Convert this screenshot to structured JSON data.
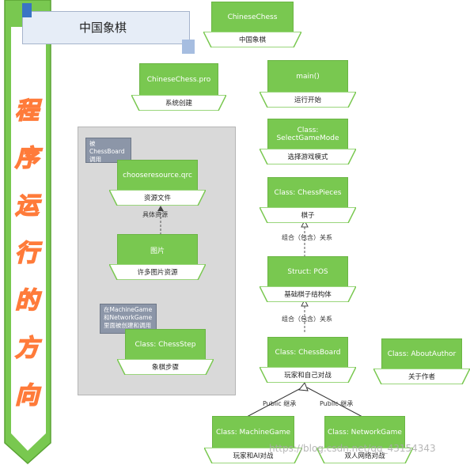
{
  "header": {
    "title": "中国象棋"
  },
  "side_banner": {
    "chars": [
      "程",
      "序",
      "运",
      "行",
      "的",
      "方",
      "向"
    ]
  },
  "nodes": {
    "chinesechess": {
      "title": "ChineseChess",
      "label": "中国象棋"
    },
    "pro": {
      "title": "ChineseChess.pro",
      "label": "系统创建"
    },
    "main": {
      "title": "main()",
      "label": "运行开始"
    },
    "select_game_mode": {
      "title": "Class: SelectGameMode",
      "label": "选择游戏模式"
    },
    "chess_pieces": {
      "title": "Class: ChessPieces",
      "label": "棋子"
    },
    "pos": {
      "title": "Struct: POS",
      "label": "基础棋子结构体"
    },
    "chess_board": {
      "title": "Class: ChessBoard",
      "label": "玩家和自己对战"
    },
    "about_author": {
      "title": "Class: AboutAuthor",
      "label": "关于作者"
    },
    "machine_game": {
      "title": "Class: MachineGame",
      "label": "玩家和AI对战"
    },
    "network_game": {
      "title": "Class: NetworkGame",
      "label": "双人网络对战"
    },
    "qrc": {
      "title": "chooseresource.qrc",
      "label": "资源文件"
    },
    "image": {
      "title": "图片",
      "label": "许多图片资源"
    },
    "chess_step": {
      "title": "Class: ChessStep",
      "label": "象棋步骤"
    }
  },
  "notes": {
    "chessboard_call": "被ChessBoard调用",
    "machine_network": "在MachineGame和NetworkGame里面被创建和调用"
  },
  "edge_labels": {
    "image_to_qrc": "具体资源",
    "pieces_pos": "组合（包含）关系",
    "pos_board": "组合（包含）关系",
    "public_inherit_left": "Public 继承",
    "public_inherit_right": "Public 继承"
  },
  "watermark": "https://blog.csdn.net/qq_43154343",
  "colors": {
    "green": "#79c850",
    "side_banner": "#79c850",
    "gray_panel": "#d9d9d9",
    "side_text_stroke": "#ff7b3a"
  }
}
